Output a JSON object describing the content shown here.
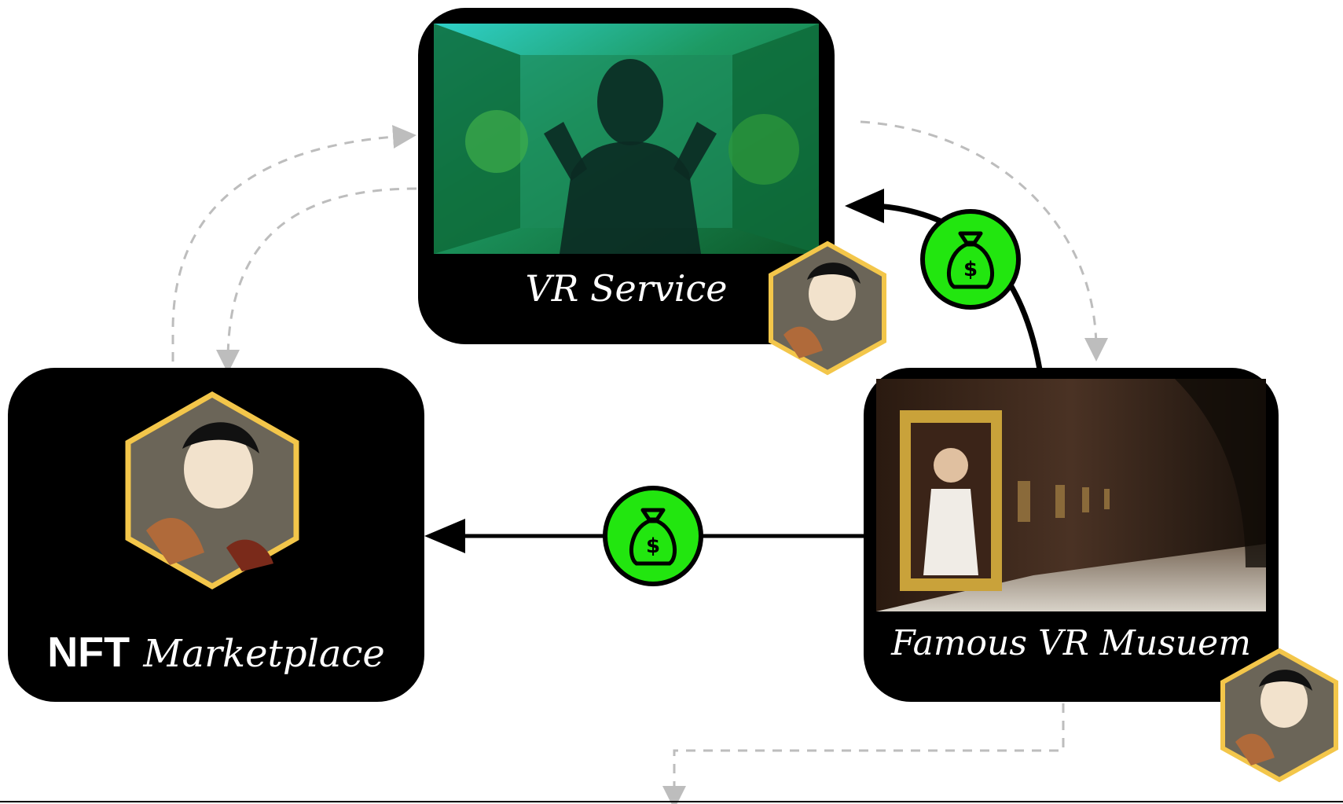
{
  "nodes": {
    "vr_service": {
      "label": "VR Service"
    },
    "nft_marketplace": {
      "label_bold": "NFT",
      "label_script": "Marketplace"
    },
    "vr_museum": {
      "label": "Famous VR Musuem"
    }
  },
  "icons": {
    "nft_token": "hexagon-portrait-icon",
    "payment": "money-bag-icon"
  },
  "colors": {
    "card": "#000000",
    "payment_green": "#22e60f",
    "hex_border": "#f3c64a",
    "dashed_flow": "#bdbdbd",
    "solid_flow": "#000000"
  }
}
